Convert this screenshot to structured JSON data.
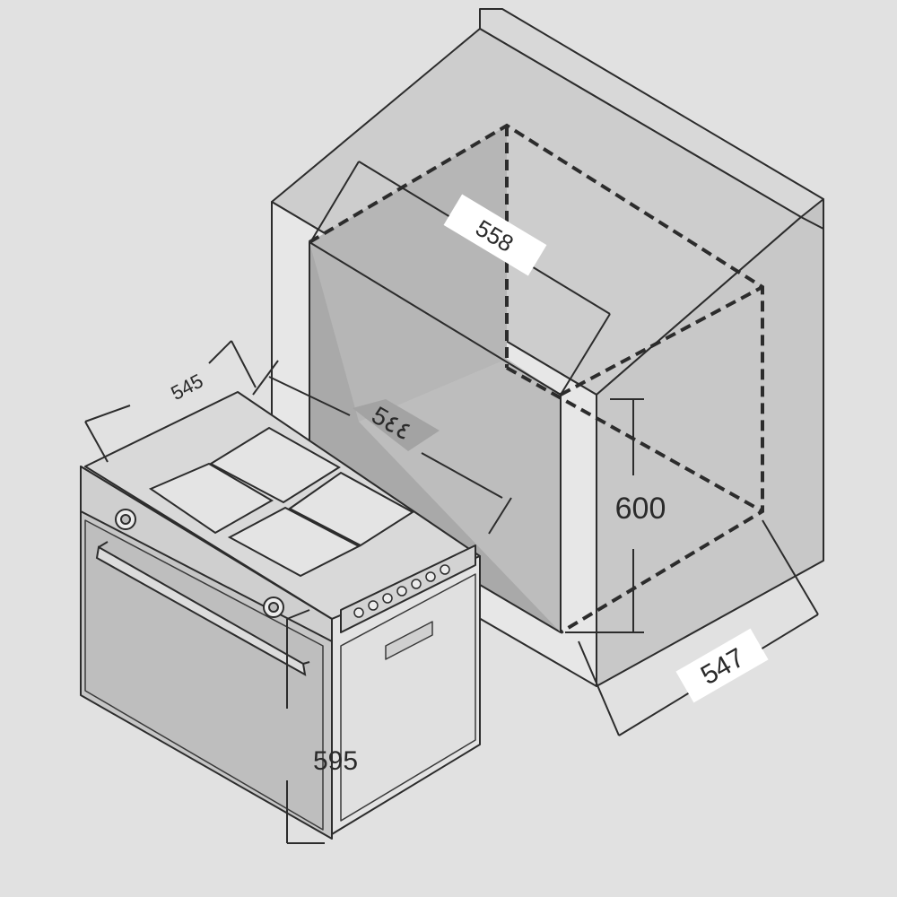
{
  "diagram": {
    "colors": {
      "background": "#e1e1e1",
      "cabinet_fill": "#cfcfcf",
      "cabinet_face": "#e6e6e6",
      "cavity_fill": "#a8a8a8",
      "oven_fill": "#c6c6c6",
      "line": "#2c2c2c",
      "label_bg": "#ffffff"
    },
    "dimensions": {
      "cabinet_depth": "558",
      "cabinet_height": "600",
      "cabinet_width": "547",
      "oven_depth": "545",
      "oven_width": "5٤٤",
      "oven_height": "595"
    },
    "icons": [
      "oven-knob-icon",
      "oven-handle-icon",
      "hob-plate-icon"
    ]
  }
}
